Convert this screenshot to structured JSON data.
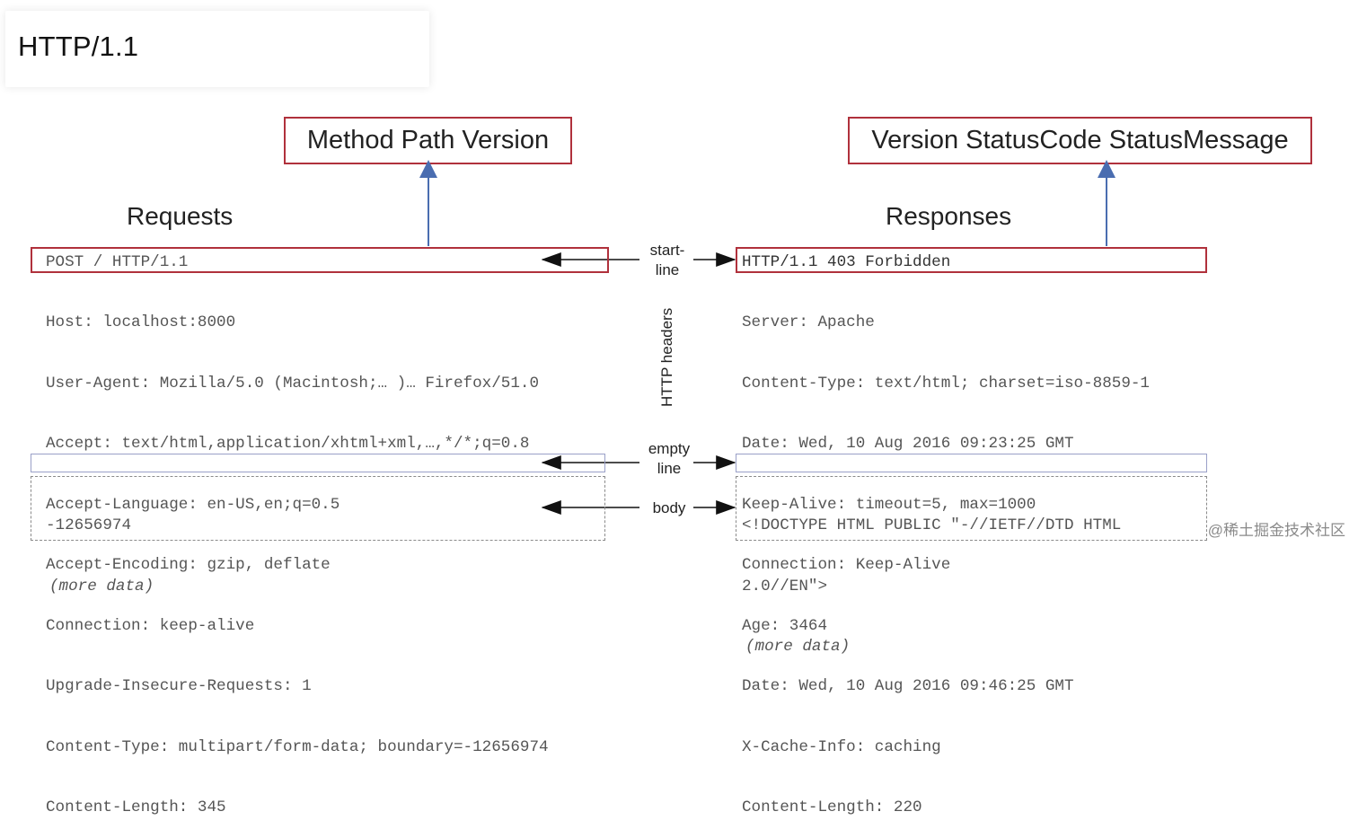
{
  "title": "HTTP/1.1",
  "request": {
    "start_line_label": "Method Path Version",
    "heading": "Requests",
    "start_line": "POST / HTTP/1.1",
    "headers": [
      "Host: localhost:8000",
      "User-Agent: Mozilla/5.0 (Macintosh;… )… Firefox/51.0",
      "Accept: text/html,application/xhtml+xml,…,*/*;q=0.8",
      "Accept-Language: en-US,en;q=0.5",
      "Accept-Encoding: gzip, deflate",
      "Connection: keep-alive",
      "Upgrade-Insecure-Requests: 1",
      "Content-Type: multipart/form-data; boundary=-12656974",
      "Content-Length: 345"
    ],
    "body_line": "-12656974",
    "body_more": "(more data)"
  },
  "response": {
    "start_line_label": "Version StatusCode StatusMessage",
    "heading": "Responses",
    "start_line": "HTTP/1.1 403 Forbidden",
    "headers": [
      "Server: Apache",
      "Content-Type: text/html; charset=iso-8859-1",
      "Date: Wed, 10 Aug 2016 09:23:25 GMT",
      "Keep-Alive: timeout=5, max=1000",
      "Connection: Keep-Alive",
      "Age: 3464",
      "Date: Wed, 10 Aug 2016 09:46:25 GMT",
      "X-Cache-Info: caching",
      "Content-Length: 220"
    ],
    "body_lines": [
      "<!DOCTYPE HTML PUBLIC \"-//IETF//DTD HTML",
      "2.0//EN\">"
    ],
    "body_more": "(more data)"
  },
  "middle": {
    "start_line_1": "start-",
    "start_line_2": "line",
    "http_headers": "HTTP headers",
    "empty_line_1": "empty",
    "empty_line_2": "line",
    "body": "body"
  },
  "watermark": "@稀土掘金技术社区",
  "colors": {
    "start_line_border": "#b0313c",
    "up_arrow": "#4a6db0",
    "empty_line_border": "#9aa0c8"
  }
}
